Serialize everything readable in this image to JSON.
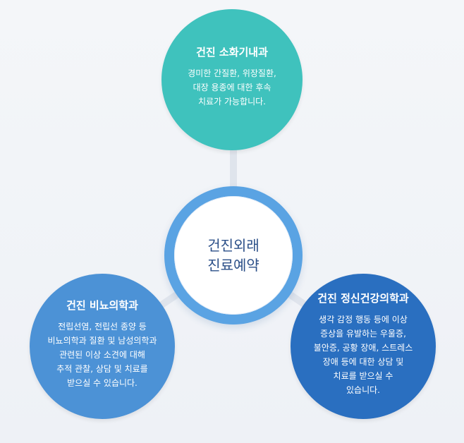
{
  "center": {
    "lines": [
      "건진외래",
      "진료예약"
    ]
  },
  "nodes": {
    "top": {
      "title": "건진 소화기내과",
      "lines": [
        "경미한 간질환, 위장질환,",
        "대장 용종에 대한 후속",
        "치료가 가능합니다."
      ],
      "color": "#3fc2bd"
    },
    "left": {
      "title": "건진 비뇨의학과",
      "lines": [
        "전립선염, 전립선 종양 등",
        "비뇨의학과 질환 및 남성의학과",
        "관련된 이상 소견에 대해",
        "추적 관찰, 상담 및 치료를",
        "받으실 수 있습니다."
      ],
      "color": "#4c92d6"
    },
    "right": {
      "title": "건진 정신건강의학과",
      "lines": [
        "생각 감정 행동 등에 이상",
        "증상을 유발하는 우울증,",
        "불안증, 공황 장애, 스트레스",
        "장애 등에 대한 상담 및",
        "치료를 받으실 수",
        "있습니다."
      ],
      "color": "#2a6fc0"
    }
  },
  "colors": {
    "connector": "#dfe4ec",
    "center_ring": "#5aa3e3",
    "center_text": "#2b4f88"
  }
}
